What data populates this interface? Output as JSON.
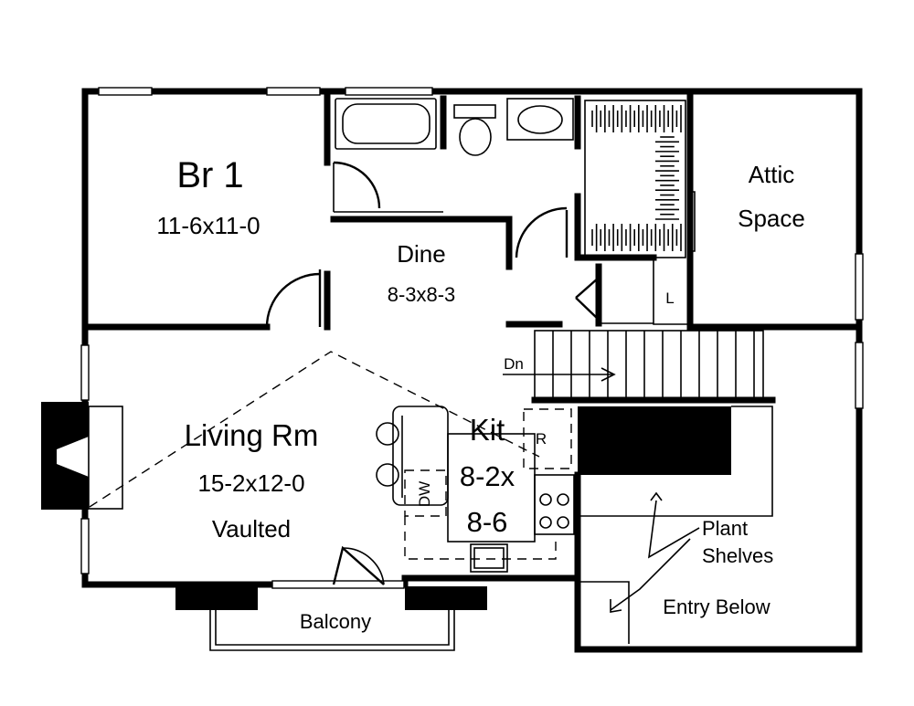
{
  "rooms": {
    "br1": {
      "name": "Br 1",
      "size": "11-6x11-0"
    },
    "attic": {
      "line1": "Attic",
      "line2": "Space"
    },
    "dine": {
      "name": "Dine",
      "size": "8-3x8-3"
    },
    "living": {
      "name": "Living Rm",
      "size": "15-2x12-0",
      "note": "Vaulted"
    },
    "kit": {
      "name": "Kit",
      "size1": "8-2x",
      "size2": "8-6"
    }
  },
  "labels": {
    "linen": "L",
    "stair_dn": "Dn",
    "refrigerator": "R",
    "dishwasher": "DW",
    "plant1": "Plant",
    "plant2": "Shelves",
    "entry": "Entry Below",
    "balcony": "Balcony"
  }
}
